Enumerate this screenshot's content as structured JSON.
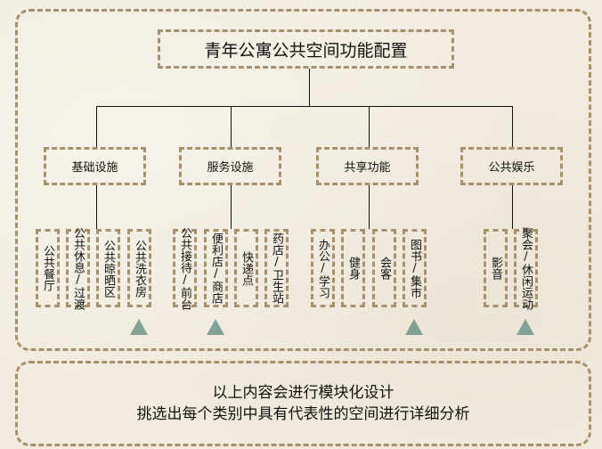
{
  "title": "青年公寓公共空间功能配置",
  "categories": [
    {
      "label": "基础设施",
      "items": [
        "公共餐厅",
        "公共休息/过渡",
        "公共晾晒区",
        "公共洗衣房"
      ]
    },
    {
      "label": "服务设施",
      "items": [
        "公共接待/前台",
        "便利店/商店",
        "快递点",
        "药店/卫生站"
      ]
    },
    {
      "label": "共享功能",
      "items": [
        "办公/学习",
        "健身",
        "会客",
        "图书/集市"
      ]
    },
    {
      "label": "公共娱乐",
      "items": [
        "影音",
        "聚会/休闲运动"
      ]
    }
  ],
  "markers": [
    "triangle-marker",
    "triangle-marker",
    "triangle-marker",
    "triangle-marker"
  ],
  "note": {
    "line1": "以上内容会进行模块化设计",
    "line2": "挑选出每个类别中具有代表性的空间进行详细分析"
  },
  "colors": {
    "background": "#f2ecdf",
    "dash_border": "#a8906c",
    "triangle": "#82a298",
    "connector": "#111111"
  }
}
